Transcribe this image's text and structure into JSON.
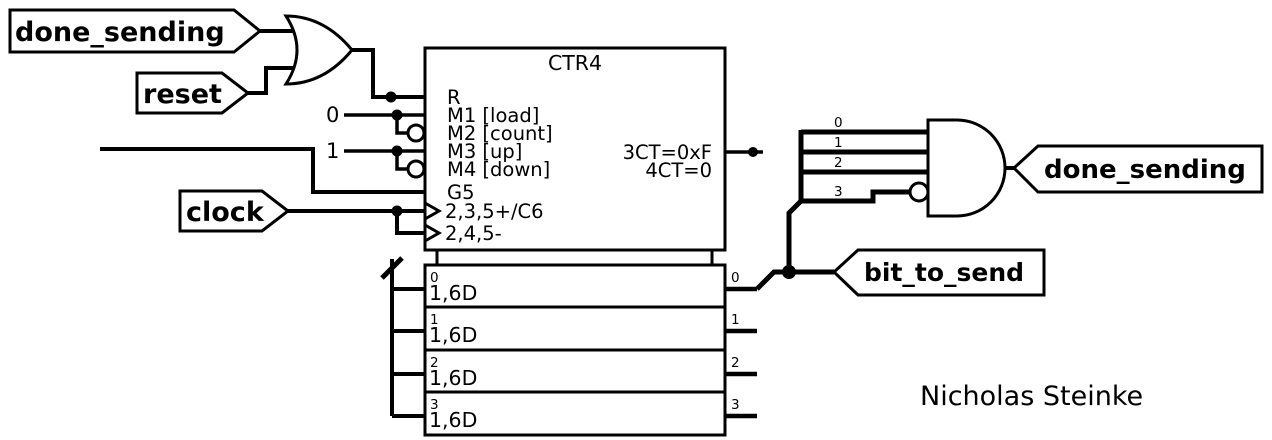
{
  "signals": {
    "done_sending_in": "done_sending",
    "reset": "reset",
    "clock": "clock",
    "done_sending_out": "done_sending",
    "bit_to_send": "bit_to_send"
  },
  "constants": {
    "zero": "0",
    "one": "1"
  },
  "counter": {
    "title": "CTR4",
    "pins": [
      "R",
      "M1 [load]",
      "M2 [count]",
      "M3 [up]",
      "M4 [down]",
      "G5",
      "2,3,5+/C6",
      "2,4,5-"
    ],
    "outputs": [
      "3CT=0xF",
      "4CT=0"
    ]
  },
  "register": {
    "cell_label": "1,6D",
    "rows": [
      {
        "index": "0"
      },
      {
        "index": "1"
      },
      {
        "index": "2"
      },
      {
        "index": "3"
      }
    ]
  },
  "and_gate": {
    "inputs": [
      "0",
      "1",
      "2",
      "3"
    ]
  },
  "author": "Nicholas Steinke",
  "colors": {
    "ink": "#000000",
    "paper": "#ffffff"
  }
}
